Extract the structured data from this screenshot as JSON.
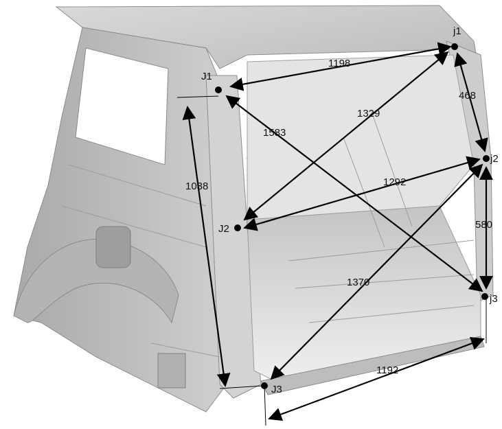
{
  "points": {
    "J1": "J1",
    "J2": "J2",
    "J3": "J3",
    "j1": "j1",
    "j2": "j2",
    "j3": "j3"
  },
  "dimensions": {
    "j1_J1": "1198",
    "j1_j2": "468",
    "j1_J2": "1329",
    "J1_j3": "1583",
    "j2_J2": "1292",
    "J1_J3": "1038",
    "j2_j3": "580",
    "j2_J3": "1370",
    "J3_j3": "1192"
  },
  "colors": {
    "line": "#000000",
    "body": "#c9c9c9",
    "body_dark": "#9a9a9a",
    "background": "#ffffff"
  }
}
